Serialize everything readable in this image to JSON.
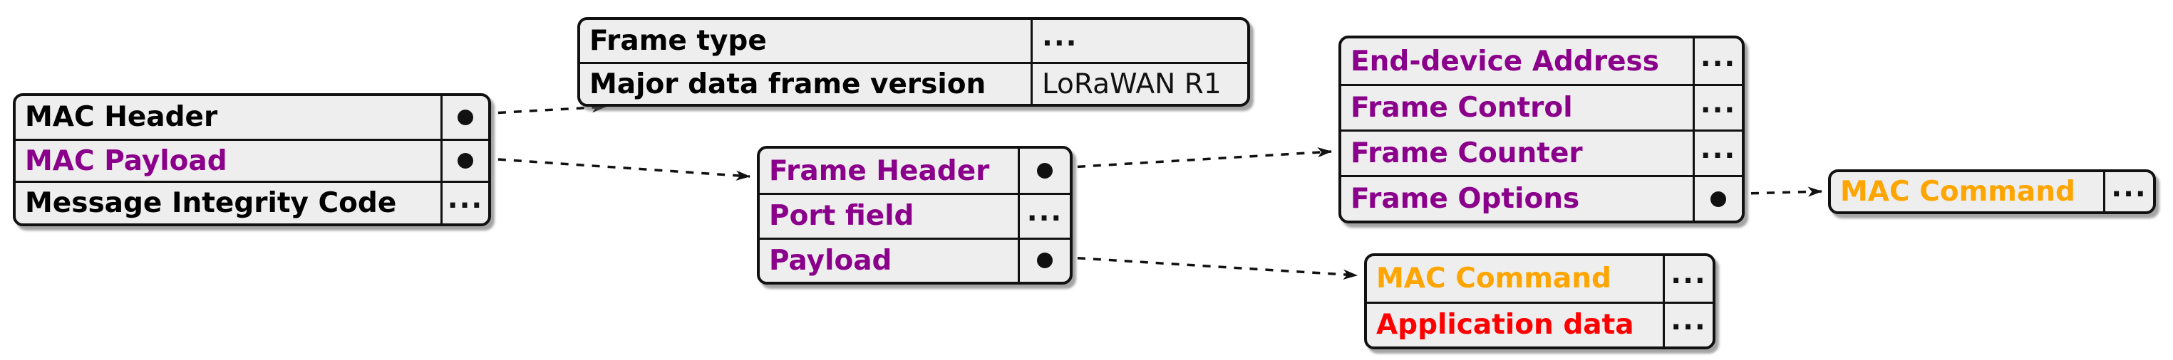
{
  "diagram": {
    "kind": "lorawan-frame-structure-object-diagram",
    "colors": {
      "purple": "#8b008b",
      "orange": "#ffa500",
      "red": "#ff0000",
      "black": "#000000",
      "cell_background": "#eeeeee",
      "border": "#111111",
      "page_background": "#ffffff"
    },
    "tables": {
      "mac_frame": {
        "rows": [
          {
            "label": "MAC Header",
            "color": "black",
            "value": "•",
            "marker": "bullet"
          },
          {
            "label": "MAC Payload",
            "color": "purple",
            "value": "•",
            "marker": "bullet"
          },
          {
            "label": "Message Integrity Code",
            "color": "black",
            "value": "...",
            "marker": "ellipsis"
          }
        ]
      },
      "mac_header_detail": {
        "rows": [
          {
            "label": "Frame type",
            "color": "black",
            "value": "...",
            "marker": "ellipsis"
          },
          {
            "label": "Major data frame version",
            "color": "black",
            "value": "LoRaWAN R1",
            "marker": "text"
          }
        ]
      },
      "mac_payload_detail": {
        "rows": [
          {
            "label": "Frame Header",
            "color": "purple",
            "value": "•",
            "marker": "bullet"
          },
          {
            "label": "Port field",
            "color": "purple",
            "value": "...",
            "marker": "ellipsis"
          },
          {
            "label": "Payload",
            "color": "purple",
            "value": "•",
            "marker": "bullet"
          }
        ]
      },
      "frame_header_detail": {
        "rows": [
          {
            "label": "End-device Address",
            "color": "purple",
            "value": "...",
            "marker": "ellipsis"
          },
          {
            "label": "Frame Control",
            "color": "purple",
            "value": "...",
            "marker": "ellipsis"
          },
          {
            "label": "Frame Counter",
            "color": "purple",
            "value": "...",
            "marker": "ellipsis"
          },
          {
            "label": "Frame Options",
            "color": "purple",
            "value": "•",
            "marker": "bullet"
          }
        ]
      },
      "frame_options_detail": {
        "rows": [
          {
            "label": "MAC Command",
            "color": "orange",
            "value": "...",
            "marker": "ellipsis"
          }
        ]
      },
      "payload_detail": {
        "rows": [
          {
            "label": "MAC Command",
            "color": "orange",
            "value": "...",
            "marker": "ellipsis"
          },
          {
            "label": "Application data",
            "color": "red",
            "value": "...",
            "marker": "ellipsis"
          }
        ]
      }
    },
    "edges": [
      {
        "source_table": "mac_frame",
        "source_row": "MAC Header",
        "target_table": "mac_header_detail",
        "style": "dashed"
      },
      {
        "source_table": "mac_frame",
        "source_row": "MAC Payload",
        "target_table": "mac_payload_detail",
        "style": "dashed"
      },
      {
        "source_table": "mac_payload_detail",
        "source_row": "Frame Header",
        "target_table": "frame_header_detail",
        "style": "dashed"
      },
      {
        "source_table": "frame_header_detail",
        "source_row": "Frame Options",
        "target_table": "frame_options_detail",
        "style": "dashed"
      },
      {
        "source_table": "mac_payload_detail",
        "source_row": "Payload",
        "target_table": "payload_detail",
        "style": "dashed"
      }
    ]
  }
}
